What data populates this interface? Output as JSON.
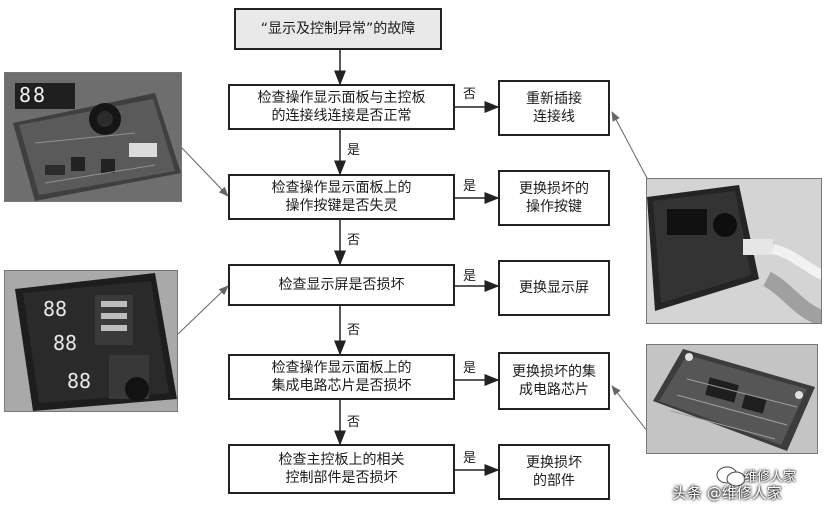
{
  "flowchart": {
    "title": "“显示及控制异常”的故障",
    "checks": [
      "检查操作显示面板与主控板\n的连接线连接是否正常",
      "检查操作显示面板上的\n操作按键是否失灵",
      "检查显示屏是否损坏",
      "检查操作显示面板上的\n集成电路芯片是否损坏",
      "检查主控板上的相关\n控制部件是否损坏"
    ],
    "actions": [
      "重新插接\n连接线",
      "更换损坏的\n操作按键",
      "更换显示屏",
      "更换损坏的集\n成电路芯片",
      "更换损坏\n的部件"
    ],
    "branch_labels": {
      "b1": "否",
      "b2": "是",
      "b3": "是",
      "b4": "是",
      "b5": "是"
    },
    "down_labels": {
      "d1": "是",
      "d2": "否",
      "d3": "否",
      "d4": "否"
    }
  },
  "photo_panels": {
    "display_digits": "88",
    "display_digits_2": "88",
    "display_digits_3": "88"
  },
  "watermark": {
    "text": "头条 @维修人家",
    "small": "维修人家"
  }
}
